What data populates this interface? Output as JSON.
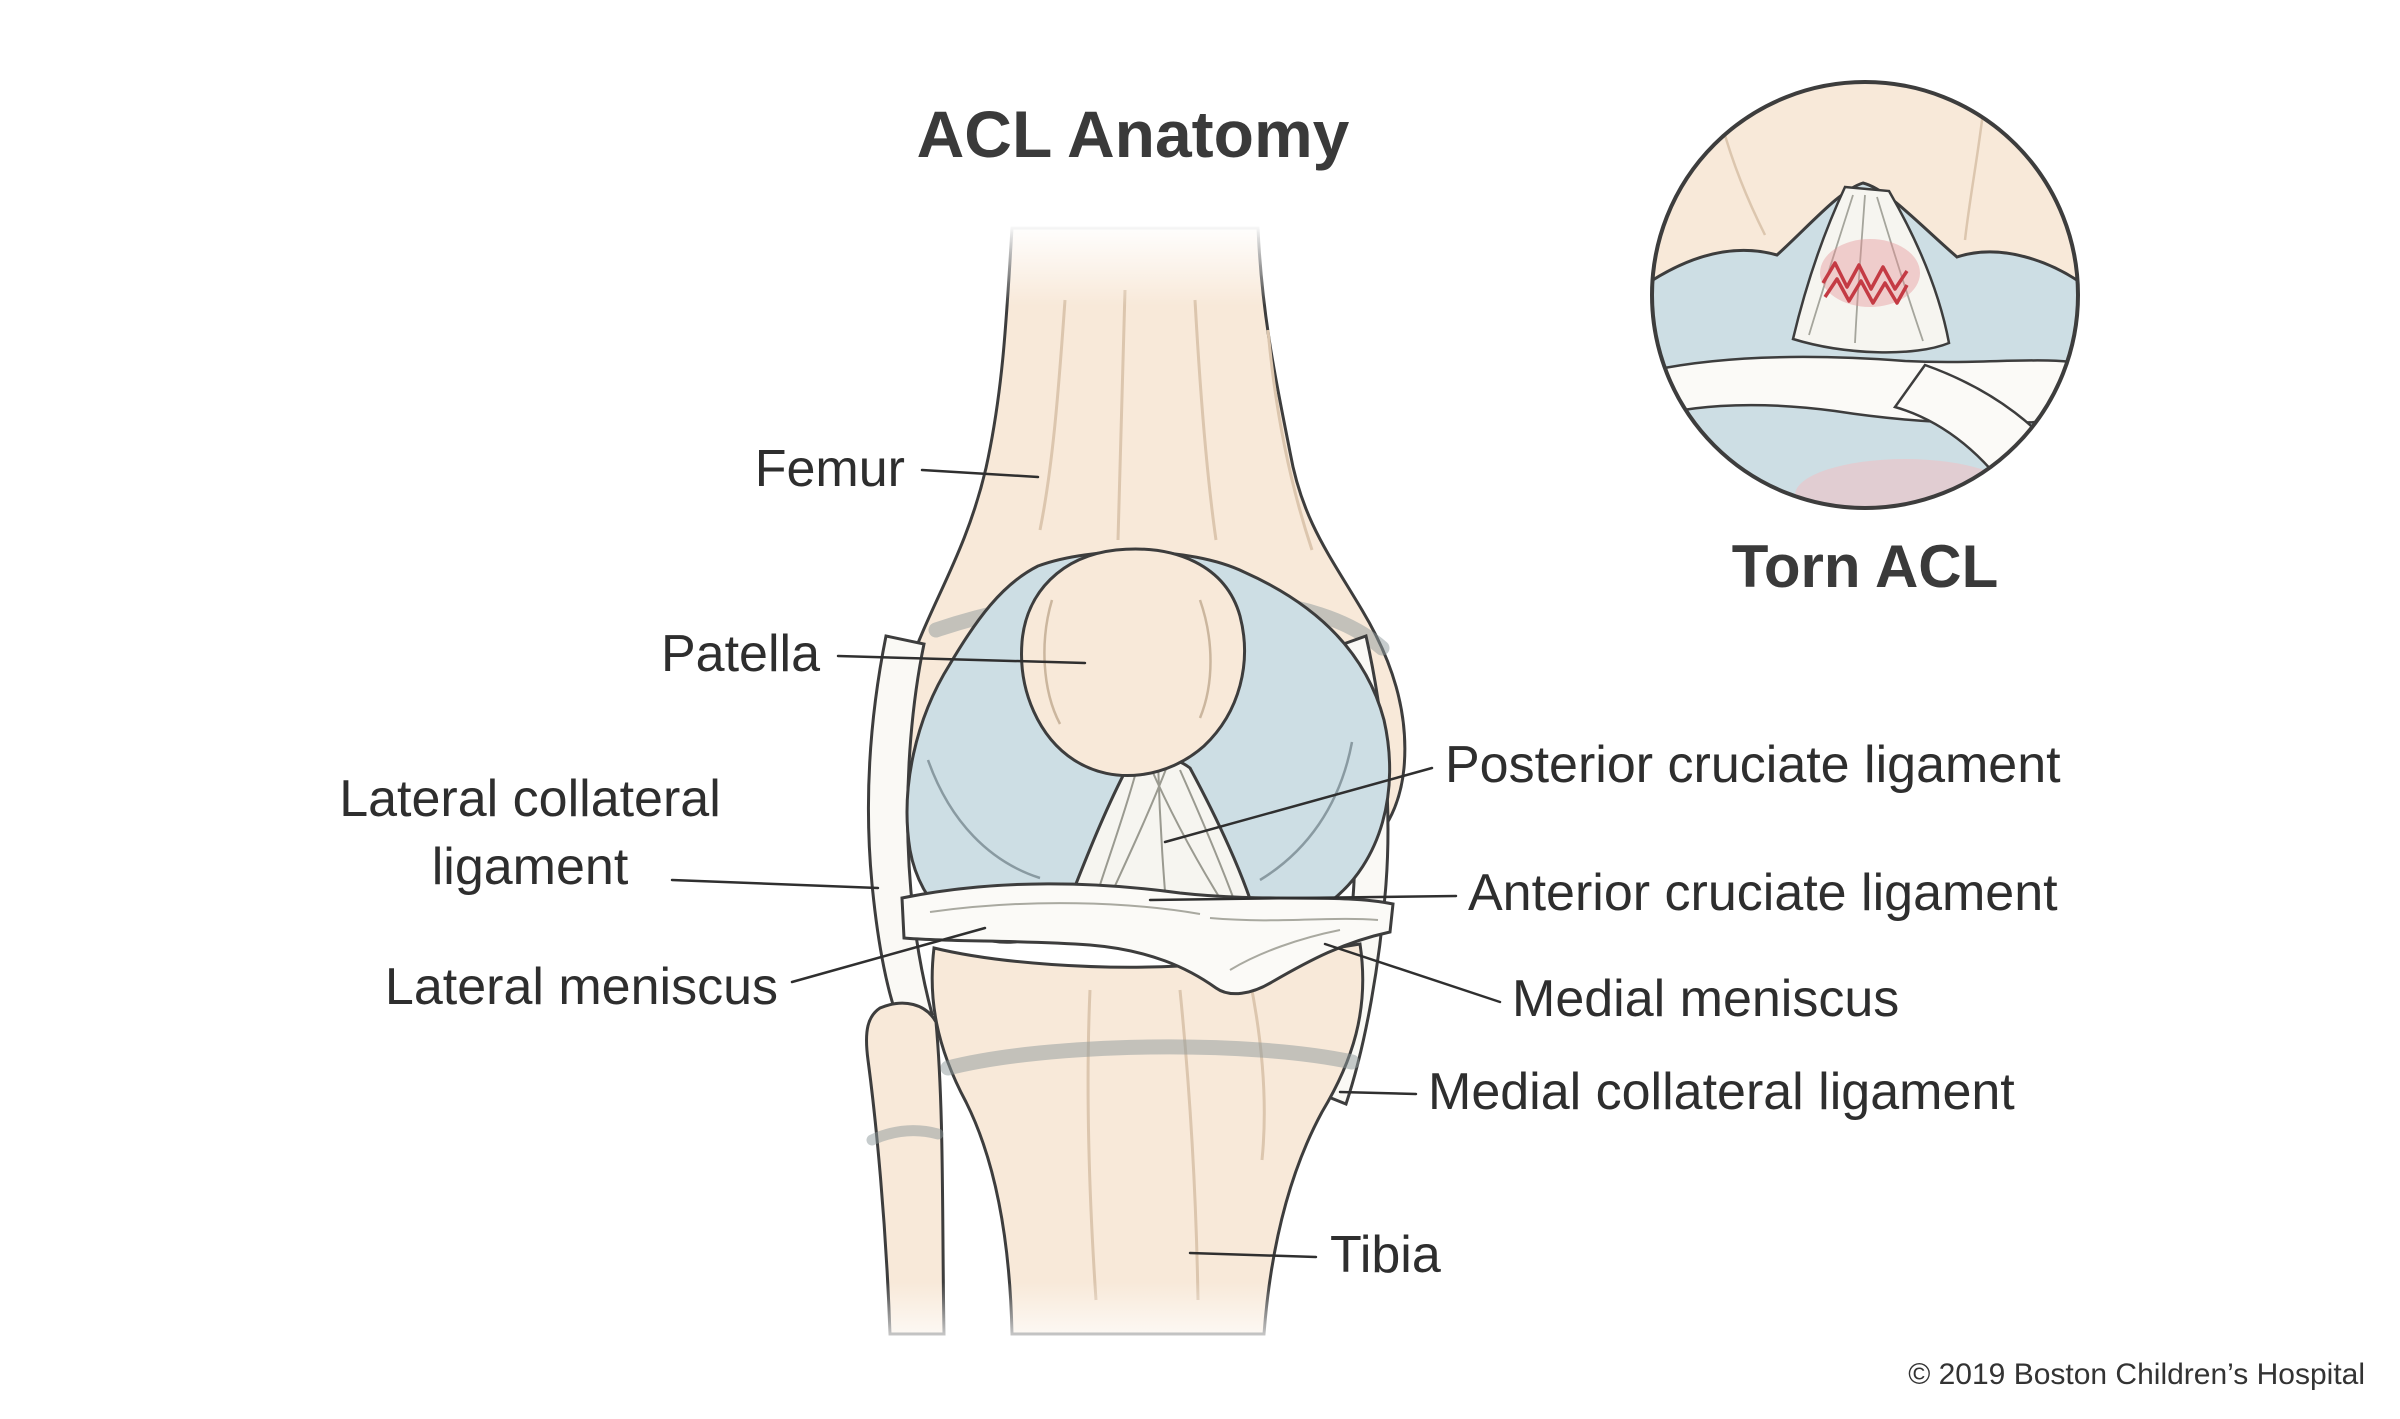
{
  "page": {
    "title": "ACL Anatomy",
    "background_color": "#ffffff"
  },
  "inset": {
    "title": "Torn ACL"
  },
  "footer": {
    "copyright": "© 2019 Boston Children’s Hospital"
  },
  "labels": {
    "left": [
      {
        "id": "femur",
        "text": "Femur"
      },
      {
        "id": "patella",
        "text": "Patella"
      },
      {
        "id": "lateral-collateral-ligament",
        "line1": "Lateral collateral",
        "line2": "ligament"
      },
      {
        "id": "lateral-meniscus",
        "text": "Lateral meniscus"
      }
    ],
    "right": [
      {
        "id": "posterior-cruciate-ligament",
        "text": "Posterior cruciate ligament"
      },
      {
        "id": "anterior-cruciate-ligament",
        "text": "Anterior cruciate ligament"
      },
      {
        "id": "medial-meniscus",
        "text": "Medial meniscus"
      },
      {
        "id": "medial-collateral-ligament",
        "text": "Medial collateral ligament"
      },
      {
        "id": "tibia",
        "text": "Tibia"
      }
    ]
  },
  "colors": {
    "bone": "#f8e9d9",
    "cartilage_blue": "#cddee4",
    "ligament_white": "#faf9f5",
    "outline": "#3d3d3d",
    "growth_plate_gray": "#8e9a9b",
    "tear_red": "#c43b44",
    "label_text": "#2e2e2e"
  }
}
